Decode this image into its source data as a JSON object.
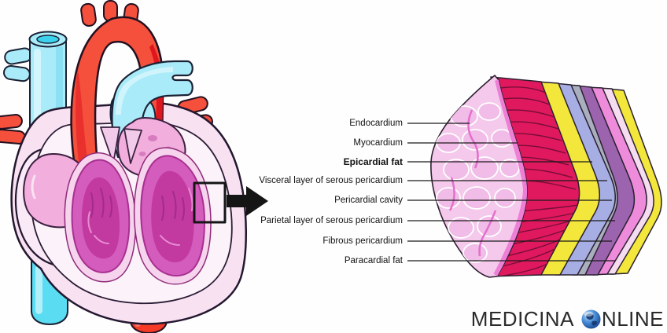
{
  "heart": {
    "description": "Cross-section illustration of the human heart",
    "colors": {
      "vein_blue": "#A9EBF8",
      "vein_blue_deep": "#5ADCF2",
      "vein_opening": "#3CD2EE",
      "artery_red": "#F4503C",
      "artery_red_dark": "#E0161F",
      "artery_red_bright": "#F53B28",
      "wall_pink": "#F8E2F2",
      "wall_light": "#FAE9F6",
      "wall_inner": "#FCF2FA",
      "atrium_pink": "#F2AEDC",
      "ventricle_magenta": "#D45CBC",
      "ventricle_deep": "#C2399F",
      "outline": "#241830"
    }
  },
  "callout": {
    "shape": "rectangle",
    "arrow_direction": "right",
    "color": "#151515"
  },
  "layer_diagram": {
    "labels": [
      {
        "text": "Endocardium",
        "emphasis": false
      },
      {
        "text": "Myocardium",
        "emphasis": false
      },
      {
        "text": "Epicardial fat",
        "emphasis": true
      },
      {
        "text": "Visceral layer of serous pericardium",
        "emphasis": false
      },
      {
        "text": "Pericardial cavity",
        "emphasis": false
      },
      {
        "text": "Parietal layer of serous pericardium",
        "emphasis": false
      },
      {
        "text": "Fibrous pericardium",
        "emphasis": false
      },
      {
        "text": "Paracardial fat",
        "emphasis": false
      }
    ],
    "layer_colors": {
      "endocardium": "#F5C9EC",
      "endocardium_cell": "#F1BCE7",
      "endocardium_membrane": "#ED7FD6",
      "myocardium": "#E0195E",
      "myocardium_striation": "#7A0D38",
      "epicardial_fat": "#F2E73A",
      "visceral_serous": "#A6AEE4",
      "pericardial_cavity": "#A9AFBE",
      "parietal_serous": "#9C64AE",
      "fibrous_pericardium": "#EF8BDB",
      "paracardial_fat": "#F6DCF0",
      "outer_fat": "#F2E73A",
      "leader_line": "#1a1a1a"
    }
  },
  "logo": {
    "word1": "MEDICINA",
    "word2_after_globe": "NLINE",
    "globe": "globe-icon",
    "text_color": "#2B2B2B"
  }
}
